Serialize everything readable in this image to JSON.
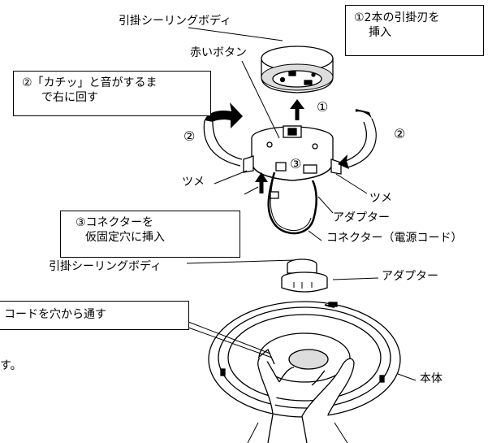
{
  "callouts": {
    "top_right": {
      "lines": [
        "①2本の引掛刃を",
        "挿入"
      ]
    },
    "top_left": {
      "lines": [
        "②「カチッ」と音がするま",
        "で右に回す"
      ]
    },
    "mid_left": {
      "lines": [
        "③コネクターを",
        "仮固定穴に挿入"
      ]
    },
    "bottom": {
      "lines": [
        "コードを穴から通す"
      ]
    }
  },
  "labels": {
    "ceiling_body_top": "引掛シーリングボディ",
    "red_button": "赤いボタン",
    "claw_left": "ツメ",
    "claw_right": "ツメ",
    "adapter_upper": "アダプター",
    "connector_cord": "コネクター（電源コード）",
    "ceiling_body_bottom": "引掛シーリングボディ",
    "adapter_lower": "アダプター",
    "main_body": "本体",
    "edge_fragment": "す。"
  },
  "step_marks": {
    "step1": "①",
    "step2_left": "②",
    "step2_right": "②",
    "step3": "③"
  }
}
